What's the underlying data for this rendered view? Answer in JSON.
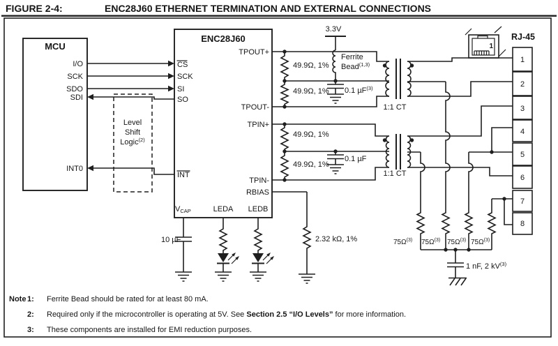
{
  "figure": {
    "label": "FIGURE 2-4:",
    "title": "ENC28J60 ETHERNET TERMINATION AND EXTERNAL CONNECTIONS"
  },
  "mcu": {
    "title": "MCU",
    "pin_io": "I/O",
    "pin_sck": "SCK",
    "pin_sdo": "SDO",
    "pin_sdi": "SDI",
    "pin_int0": "INT0"
  },
  "level_shift": {
    "line1": "Level",
    "line2": "Shift",
    "line3": "Logic",
    "sup": "(2)"
  },
  "enc": {
    "title": "ENC28J60",
    "pin_cs": "CS",
    "pin_sck": "SCK",
    "pin_si": "SI",
    "pin_so": "SO",
    "pin_int": "INT",
    "pin_tpout_plus": "TPOUT+",
    "pin_tpout_minus": "TPOUT-",
    "pin_tpin_plus": "TPIN+",
    "pin_tpin_minus": "TPIN-",
    "pin_rbias": "RBIAS",
    "pin_vcap_v": "V",
    "pin_vcap_sub": "CAP",
    "pin_leda": "LEDA",
    "pin_ledb": "LEDB"
  },
  "power": {
    "rail": "3.3V"
  },
  "parts": {
    "ferrite_line1": "Ferrite",
    "ferrite_line2": "Bead",
    "ferrite_sup": "(1,3)",
    "r49": "49.9Ω, 1%",
    "c01_label": "0.1 µF",
    "c01_sup": "(3)",
    "c01_plain": "0.1 µF",
    "xfmr": "1:1 CT",
    "c_vcap": "10 µF",
    "r_bias": "2.32 kΩ, 1%",
    "r75_label": "75Ω",
    "r75_sup": "(3)",
    "c_emi_label": "1 nF, 2 kV",
    "c_emi_sup": "(3)"
  },
  "rj45": {
    "title": "RJ-45",
    "jack_pin1": "1",
    "pins": [
      "1",
      "2",
      "3",
      "4",
      "5",
      "6",
      "7",
      "8"
    ]
  },
  "notes": {
    "heading": "Note",
    "n1_num": "1:",
    "n1_text": "Ferrite Bead should be rated for at least 80 mA.",
    "n2_num": "2:",
    "n2_pre": "Required only if the microcontroller is operating at 5V. See ",
    "n2_bold": "Section 2.5 “I/O Levels”",
    "n2_post": " for more information.",
    "n3_num": "3:",
    "n3_text": "These components are installed for EMI reduction purposes."
  }
}
